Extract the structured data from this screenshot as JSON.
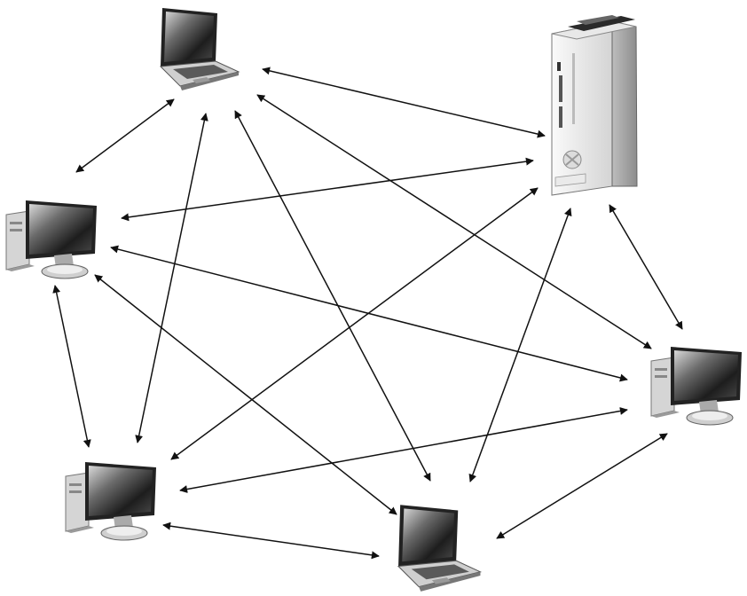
{
  "diagram": {
    "nodes": [
      {
        "id": "laptop-top",
        "kind": "laptop"
      },
      {
        "id": "console",
        "kind": "game-console"
      },
      {
        "id": "desktop-left",
        "kind": "desktop"
      },
      {
        "id": "desktop-right",
        "kind": "desktop"
      },
      {
        "id": "desktop-bottom-left",
        "kind": "desktop"
      },
      {
        "id": "laptop-bottom",
        "kind": "laptop"
      }
    ],
    "edges": [
      {
        "from": "laptop-top",
        "to": "console",
        "arrows": "both"
      },
      {
        "from": "laptop-top",
        "to": "desktop-left",
        "arrows": "both"
      },
      {
        "from": "laptop-top",
        "to": "desktop-bottom-left",
        "arrows": "both"
      },
      {
        "from": "laptop-top",
        "to": "laptop-bottom",
        "arrows": "both"
      },
      {
        "from": "laptop-top",
        "to": "desktop-right",
        "arrows": "both"
      },
      {
        "from": "console",
        "to": "desktop-left",
        "arrows": "both"
      },
      {
        "from": "console",
        "to": "desktop-bottom-left",
        "arrows": "both"
      },
      {
        "from": "console",
        "to": "laptop-bottom",
        "arrows": "both"
      },
      {
        "from": "console",
        "to": "desktop-right",
        "arrows": "both"
      },
      {
        "from": "desktop-left",
        "to": "desktop-right",
        "arrows": "both"
      },
      {
        "from": "desktop-left",
        "to": "laptop-bottom",
        "arrows": "both"
      },
      {
        "from": "desktop-left",
        "to": "desktop-bottom-left",
        "arrows": "both"
      },
      {
        "from": "desktop-bottom-left",
        "to": "desktop-right",
        "arrows": "both"
      },
      {
        "from": "desktop-bottom-left",
        "to": "laptop-bottom",
        "arrows": "both"
      },
      {
        "from": "laptop-bottom",
        "to": "desktop-right",
        "arrows": "both"
      }
    ],
    "colors": {
      "stroke": "#111111",
      "device_dark": "#1a1a1a",
      "device_mid": "#8a8a8a",
      "device_light": "#e6e6e6"
    }
  }
}
